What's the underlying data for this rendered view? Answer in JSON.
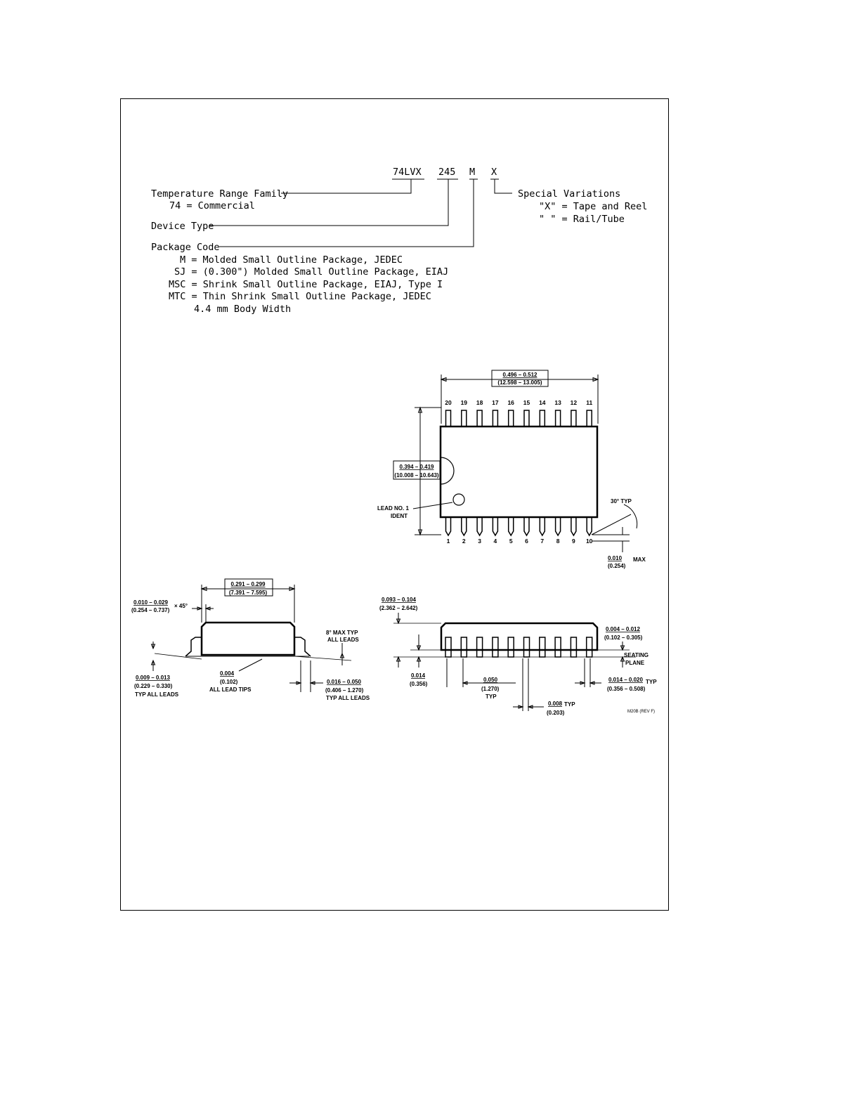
{
  "ordering": {
    "code_parts": [
      "74LVX",
      "245",
      "M",
      "X"
    ],
    "temperature": {
      "label": "Temperature Range Family",
      "value": "74 = Commercial"
    },
    "device_type": {
      "label": "Device Type"
    },
    "package_code": {
      "label": "Package Code",
      "lines": [
        "M = Molded Small Outline Package, JEDEC",
        "SJ = (0.300\") Molded Small Outline Package, EIAJ",
        "MSC = Shrink Small Outline Package, EIAJ, Type I",
        "MTC = Thin Shrink Small Outline Package, JEDEC",
        "4.4 mm Body Width"
      ]
    },
    "special": {
      "label": "Special Variations",
      "lines": [
        "\"X\" = Tape and Reel",
        "\" \" = Rail/Tube"
      ]
    }
  },
  "top_view": {
    "pins_top": [
      "20",
      "19",
      "18",
      "17",
      "16",
      "15",
      "14",
      "13",
      "12",
      "11"
    ],
    "pins_bottom": [
      "1",
      "2",
      "3",
      "4",
      "5",
      "6",
      "7",
      "8",
      "9",
      "10"
    ],
    "length_in": "0.496 – 0.512",
    "length_mm": "(12.598 – 13.005)",
    "width_in": "0.394 – 0.419",
    "width_mm": "(10.008 – 10.643)",
    "lead_ident": [
      "LEAD NO. 1",
      "IDENT"
    ],
    "angle": "30° TYP",
    "lead_max_in": "0.010",
    "lead_max_suffix": "MAX",
    "lead_max_mm": "(0.254)"
  },
  "end_view": {
    "body_in": "0.291 – 0.299",
    "body_mm": "(7.391 – 7.595)",
    "chamfer_in": "0.010 – 0.029",
    "chamfer_mm": "(0.254 – 0.737)",
    "chamfer_suffix": "× 45°",
    "angle": [
      "8° MAX TYP",
      "ALL LEADS"
    ],
    "thick_in": "0.009 – 0.013",
    "thick_mm": "(0.229 – 0.330)",
    "thick_note": "TYP ALL LEADS",
    "tip_in": "0.004",
    "tip_mm": "(0.102)",
    "tip_note": "ALL LEAD TIPS",
    "foot_in": "0.016 – 0.050",
    "foot_mm": "(0.406 – 1.270)",
    "foot_note": "TYP ALL LEADS"
  },
  "side_view": {
    "height_in": "0.093 – 0.104",
    "height_mm": "(2.362 – 2.642)",
    "standoff_in": "0.004 – 0.012",
    "standoff_mm": "(0.102 – 0.305)",
    "seating": [
      "SEATING",
      "PLANE"
    ],
    "lead_h_in": "0.014",
    "lead_h_mm": "(0.356)",
    "pitch_in": "0.050",
    "pitch_mm": "(1.270)",
    "pitch_note": "TYP",
    "lead_w_in": "0.014 – 0.020",
    "lead_w_mm": "(0.356 – 0.508)",
    "lead_w_suffix": "TYP",
    "lead_t_in": "0.008",
    "lead_t_suffix": "TYP",
    "lead_t_mm": "(0.203)",
    "drawing_id": "M20B (REV F)"
  }
}
